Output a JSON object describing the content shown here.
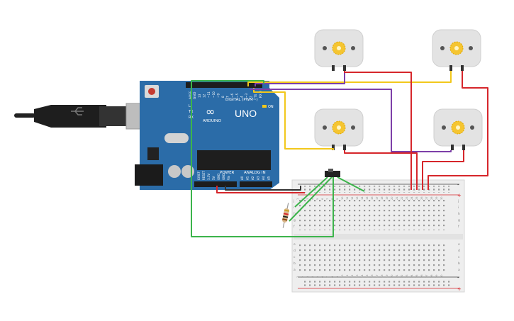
{
  "arduino": {
    "brand": "UNO",
    "logo_text": "ARDUINO",
    "digital_label": "DIGITAL (PWM~)",
    "power_label": "POWER",
    "analog_label": "ANALOG IN",
    "on_label": "ON",
    "aref_label": "AREF",
    "gnd_label": "GND",
    "tx_label": "TX",
    "rx_label": "RX",
    "l_label": "L",
    "digital_pins": [
      "13",
      "12",
      "~11",
      "~10",
      "~9",
      "8",
      "7",
      "~6",
      "~5",
      "4",
      "~3",
      "2",
      "TX 1",
      "RX 0"
    ],
    "power_pins": [
      "IOREF",
      "RESET",
      "3.3V",
      "5V",
      "GND",
      "GND",
      "Vin"
    ],
    "analog_pins": [
      "A0",
      "A1",
      "A2",
      "A3",
      "A4",
      "A5"
    ]
  },
  "breadboard": {
    "columns": 30,
    "row_letters_top": [
      "j",
      "i",
      "h",
      "g",
      "f"
    ],
    "row_letters_bottom": [
      "e",
      "d",
      "c",
      "b",
      "a"
    ],
    "rail_plus": "+",
    "rail_minus": "-"
  },
  "colors": {
    "arduino_board": "#2b6ca8",
    "wire_red": "#d6262b",
    "wire_yellow": "#f2c81c",
    "wire_purple": "#7d3fa8",
    "wire_green": "#3cb44b",
    "wire_black": "#333333",
    "motor_body": "#e3e3e3",
    "motor_shaft": "#f5c531"
  },
  "components": {
    "motors": 4,
    "resistor": "resistor",
    "switch": "slide-switch",
    "usb_cable": "usb-cable"
  }
}
